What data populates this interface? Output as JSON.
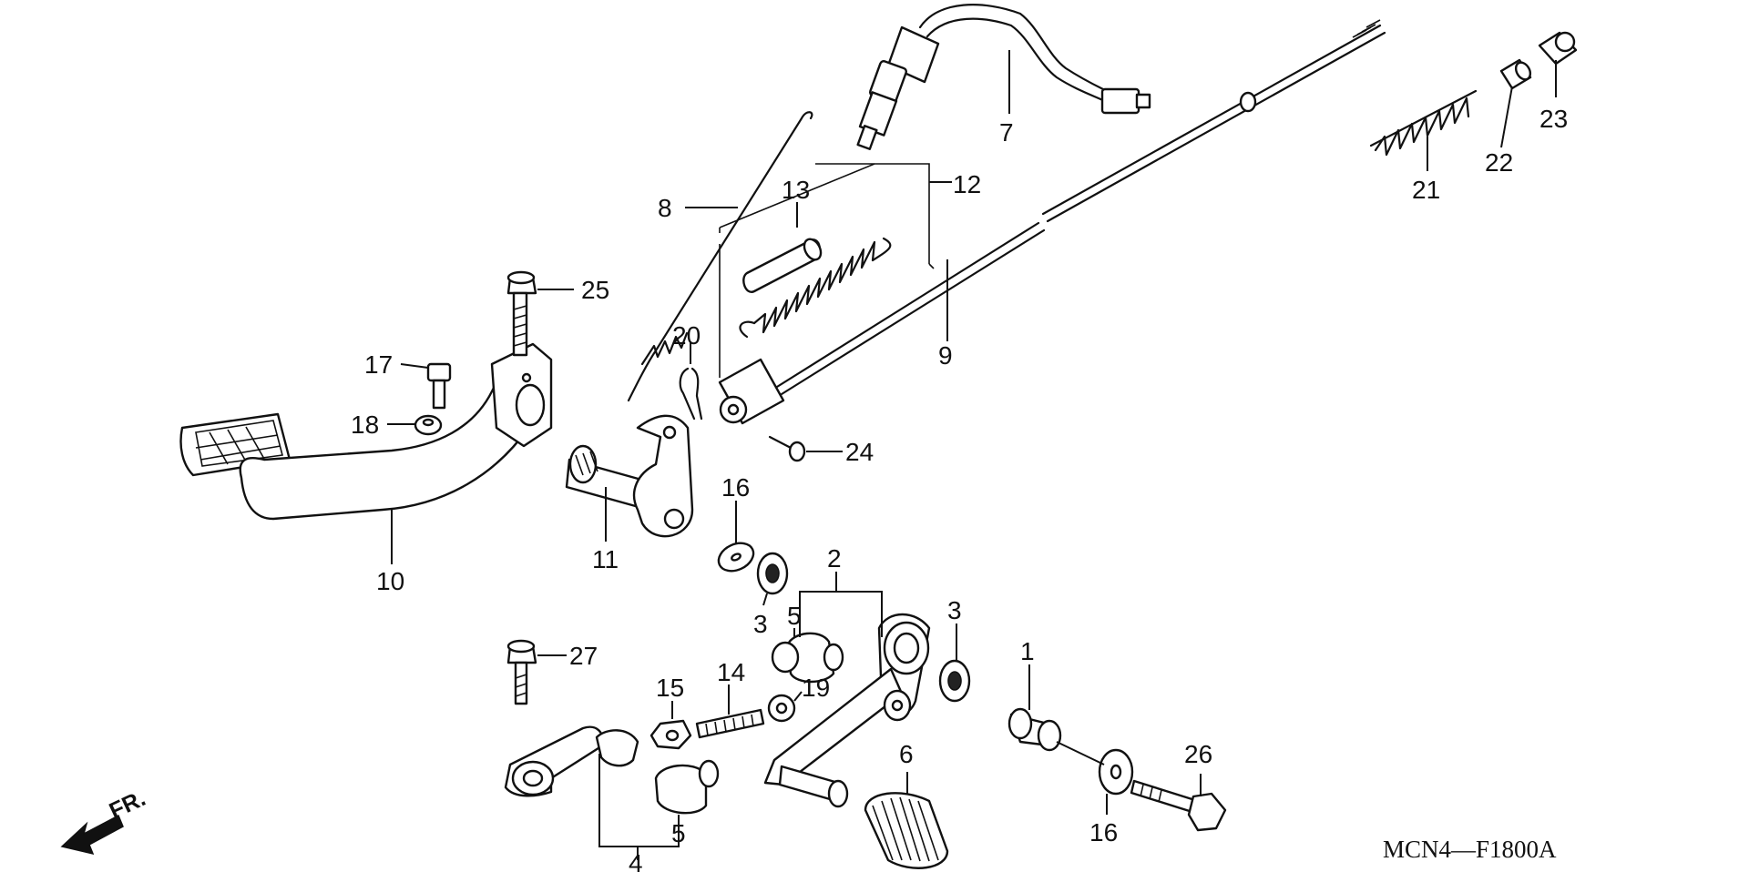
{
  "callouts": {
    "p1": "1",
    "p2": "2",
    "p3a": "3",
    "p3b": "3",
    "p4": "4",
    "p5a": "5",
    "p5b": "5",
    "p6": "6",
    "p7": "7",
    "p8": "8",
    "p9": "9",
    "p10": "10",
    "p11": "11",
    "p12": "12",
    "p13": "13",
    "p14": "14",
    "p15": "15",
    "p16a": "16",
    "p16b": "16",
    "p17": "17",
    "p18": "18",
    "p19": "19",
    "p20": "20",
    "p21": "21",
    "p22": "22",
    "p23": "23",
    "p24": "24",
    "p25": "25",
    "p26": "26",
    "p27": "27"
  },
  "diagram_code": "MCN4—F1800A",
  "front_marker": "FR."
}
